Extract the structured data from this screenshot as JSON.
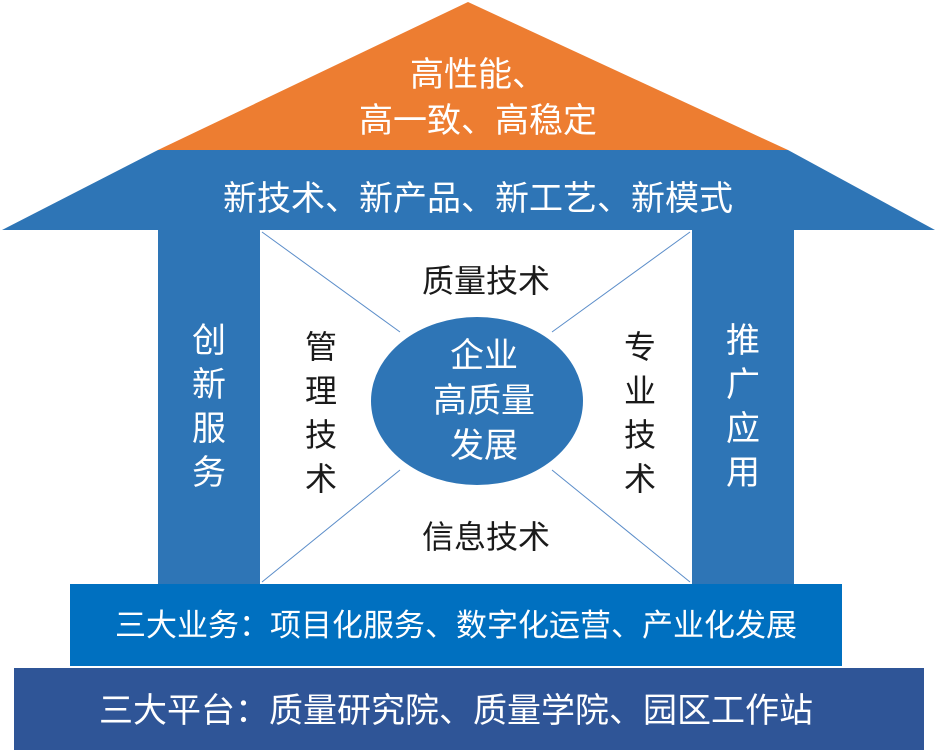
{
  "roof": {
    "line1": "高性能、",
    "line2": "高一致、高稳定",
    "color": "#ED7D31"
  },
  "eave": {
    "label": "新技术、新产品、新工艺、新模式",
    "color": "#2E75B6"
  },
  "left_pillar": {
    "chars": [
      "创",
      "新",
      "服",
      "务"
    ],
    "color": "#2E75B6"
  },
  "right_pillar": {
    "chars": [
      "推",
      "广",
      "应",
      "用"
    ],
    "color": "#2E75B6"
  },
  "inner": {
    "top_label": "质量技术",
    "bottom_label": "信息技术",
    "left_chars": [
      "管",
      "理",
      "技",
      "术"
    ],
    "right_chars": [
      "专",
      "业",
      "技",
      "术"
    ],
    "center_lines": [
      "企业",
      "高质量",
      "发展"
    ],
    "center_color": "#2E75B6",
    "diagonal_color": "#5B8DC9"
  },
  "business_bar": {
    "label": "三大业务：项目化服务、数字化运营、产业化发展",
    "color": "#0070C0"
  },
  "platform_bar": {
    "label": "三大平台：质量研究院、质量学院、园区工作站",
    "color": "#2F5597"
  }
}
